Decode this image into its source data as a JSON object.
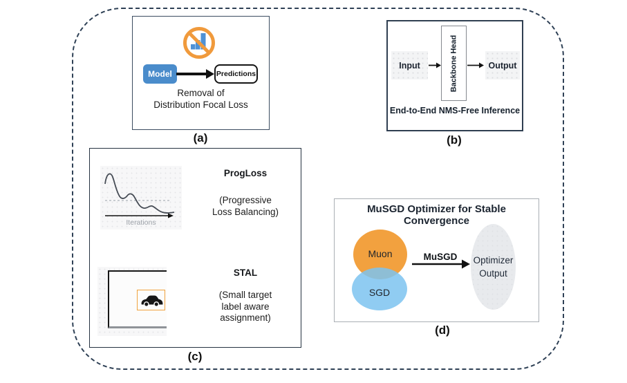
{
  "a": {
    "caption": "(a)",
    "model": "Model",
    "predictions": "Predictions",
    "line1": "Removal of",
    "line2": "Distribution Focal Loss"
  },
  "b": {
    "caption": "(b)",
    "input": "Input",
    "backbone": "Backbone Head",
    "output": "Output",
    "title": "End-to-End NMS-Free Inference"
  },
  "c": {
    "caption": "(c)",
    "progloss_name": "ProgLoss",
    "progloss_desc1": "(Progressive",
    "progloss_desc2": "Loss Balancing)",
    "iterations": "Iterations",
    "stal_name": "STAL",
    "stal_desc1": "(Small target",
    "stal_desc2": "label aware",
    "stal_desc3": "assignment)"
  },
  "d": {
    "caption": "(d)",
    "title": "MuSGD Optimizer for Stable Convergence",
    "muon": "Muon",
    "sgd": "SGD",
    "arrow_label": "MuSGD",
    "out1": "Optimizer",
    "out2": "Output"
  },
  "icons": {
    "no_symbol": "no-symbol-icon",
    "bar_chart": "bar-chart-icon",
    "loss_curve": "loss-curve-icon",
    "car": "car-icon",
    "arrow": "arrow-icon"
  },
  "colors": {
    "accent_orange": "#F2A13F",
    "venn_blue": "#7CC3F0",
    "model_blue": "#4A8CCB",
    "bar_icon_blue": "#4E91D5",
    "bbox_orange": "#F0A23D",
    "panel_border_dark": "#2F3E50",
    "outer_dash": "#2E4055",
    "optimizer_ellipse_gray": "#E8EAED"
  }
}
